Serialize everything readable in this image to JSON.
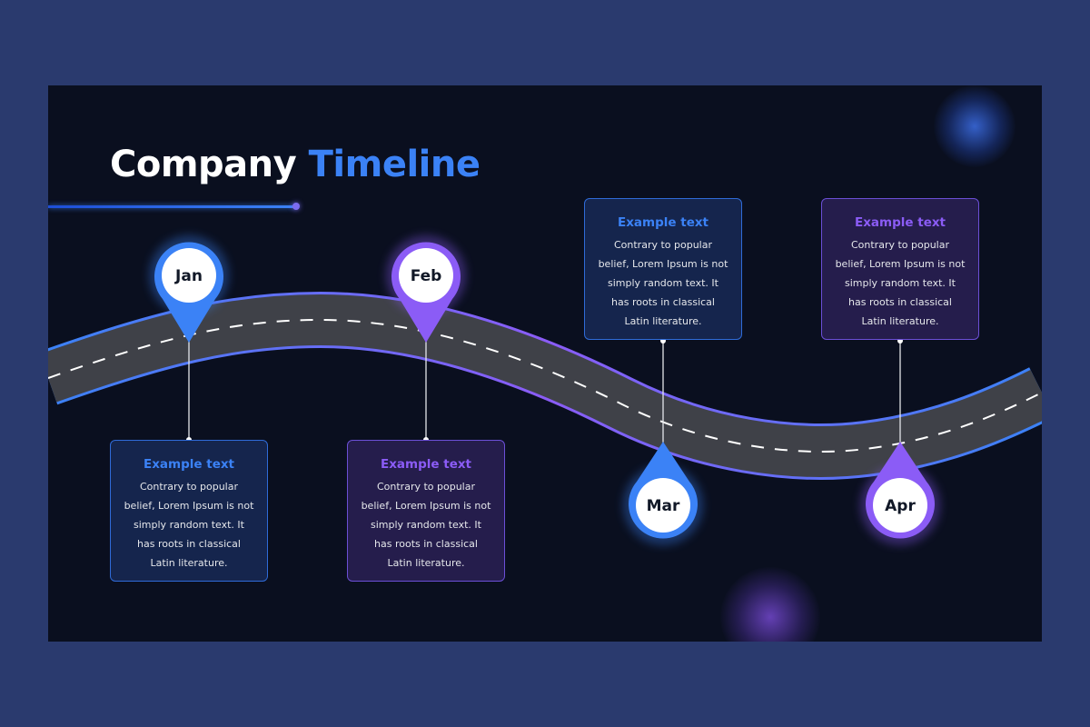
{
  "title": {
    "main": "Company",
    "accent": "Timeline"
  },
  "colors": {
    "background": "#0a0f1f",
    "frame": "#2a3a6e",
    "blue": "#3b82f6",
    "purple": "#8b5cf6",
    "road": "#3f4148"
  },
  "milestones": [
    {
      "month": "Jan",
      "color": "blue",
      "card": {
        "title": "Example text",
        "body": "Contrary to popular belief, Lorem Ipsum is not simply random text. It has roots in classical Latin literature."
      }
    },
    {
      "month": "Feb",
      "color": "purple",
      "card": {
        "title": "Example text",
        "body": "Contrary to popular belief, Lorem Ipsum is not simply random text. It has roots in classical Latin literature."
      }
    },
    {
      "month": "Mar",
      "color": "blue",
      "card": {
        "title": "Example text",
        "body": "Contrary to popular belief, Lorem Ipsum is not simply random text. It has roots in classical Latin literature."
      }
    },
    {
      "month": "Apr",
      "color": "purple",
      "card": {
        "title": "Example text",
        "body": "Contrary to popular belief, Lorem Ipsum is not simply random text. It has roots in classical Latin literature."
      }
    }
  ]
}
